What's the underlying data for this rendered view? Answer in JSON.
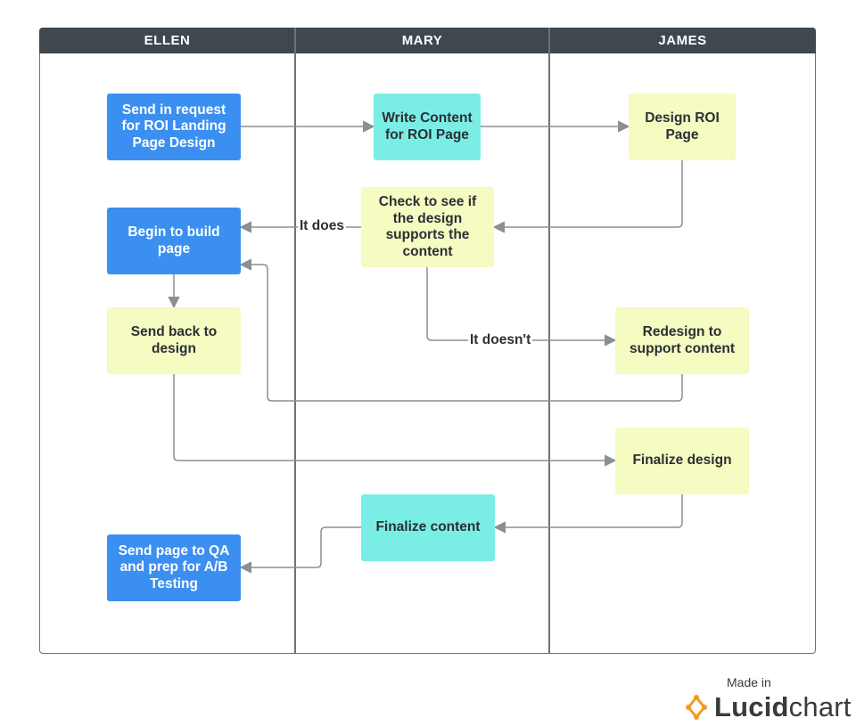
{
  "lanes": [
    "ELLEN",
    "MARY",
    "JAMES"
  ],
  "nodes": {
    "send_request": "Send in request for ROI Landing Page Design",
    "write_content": "Write Content for ROI Page",
    "design_roi": "Design ROI Page",
    "check_design": "Check to see if the design supports the content",
    "begin_build": "Begin to build page",
    "send_back": "Send back to design",
    "redesign": "Redesign to support content",
    "finalize_design": "Finalize design",
    "finalize_content": "Finalize content",
    "send_qa": "Send page to QA and prep for A/B Testing"
  },
  "edge_labels": {
    "it_does": "It does",
    "it_doesnt": "It doesn't"
  },
  "colors": {
    "blue": "#3b8ff0",
    "teal": "#7aeee4",
    "yellow": "#f5fbc1",
    "header": "#3f474f",
    "arrow": "#8a8f94",
    "logo_orange": "#f39c24"
  },
  "watermark": {
    "made_in": "Made in",
    "logo_brand_bold": "Lucid",
    "logo_brand_light": "chart"
  }
}
